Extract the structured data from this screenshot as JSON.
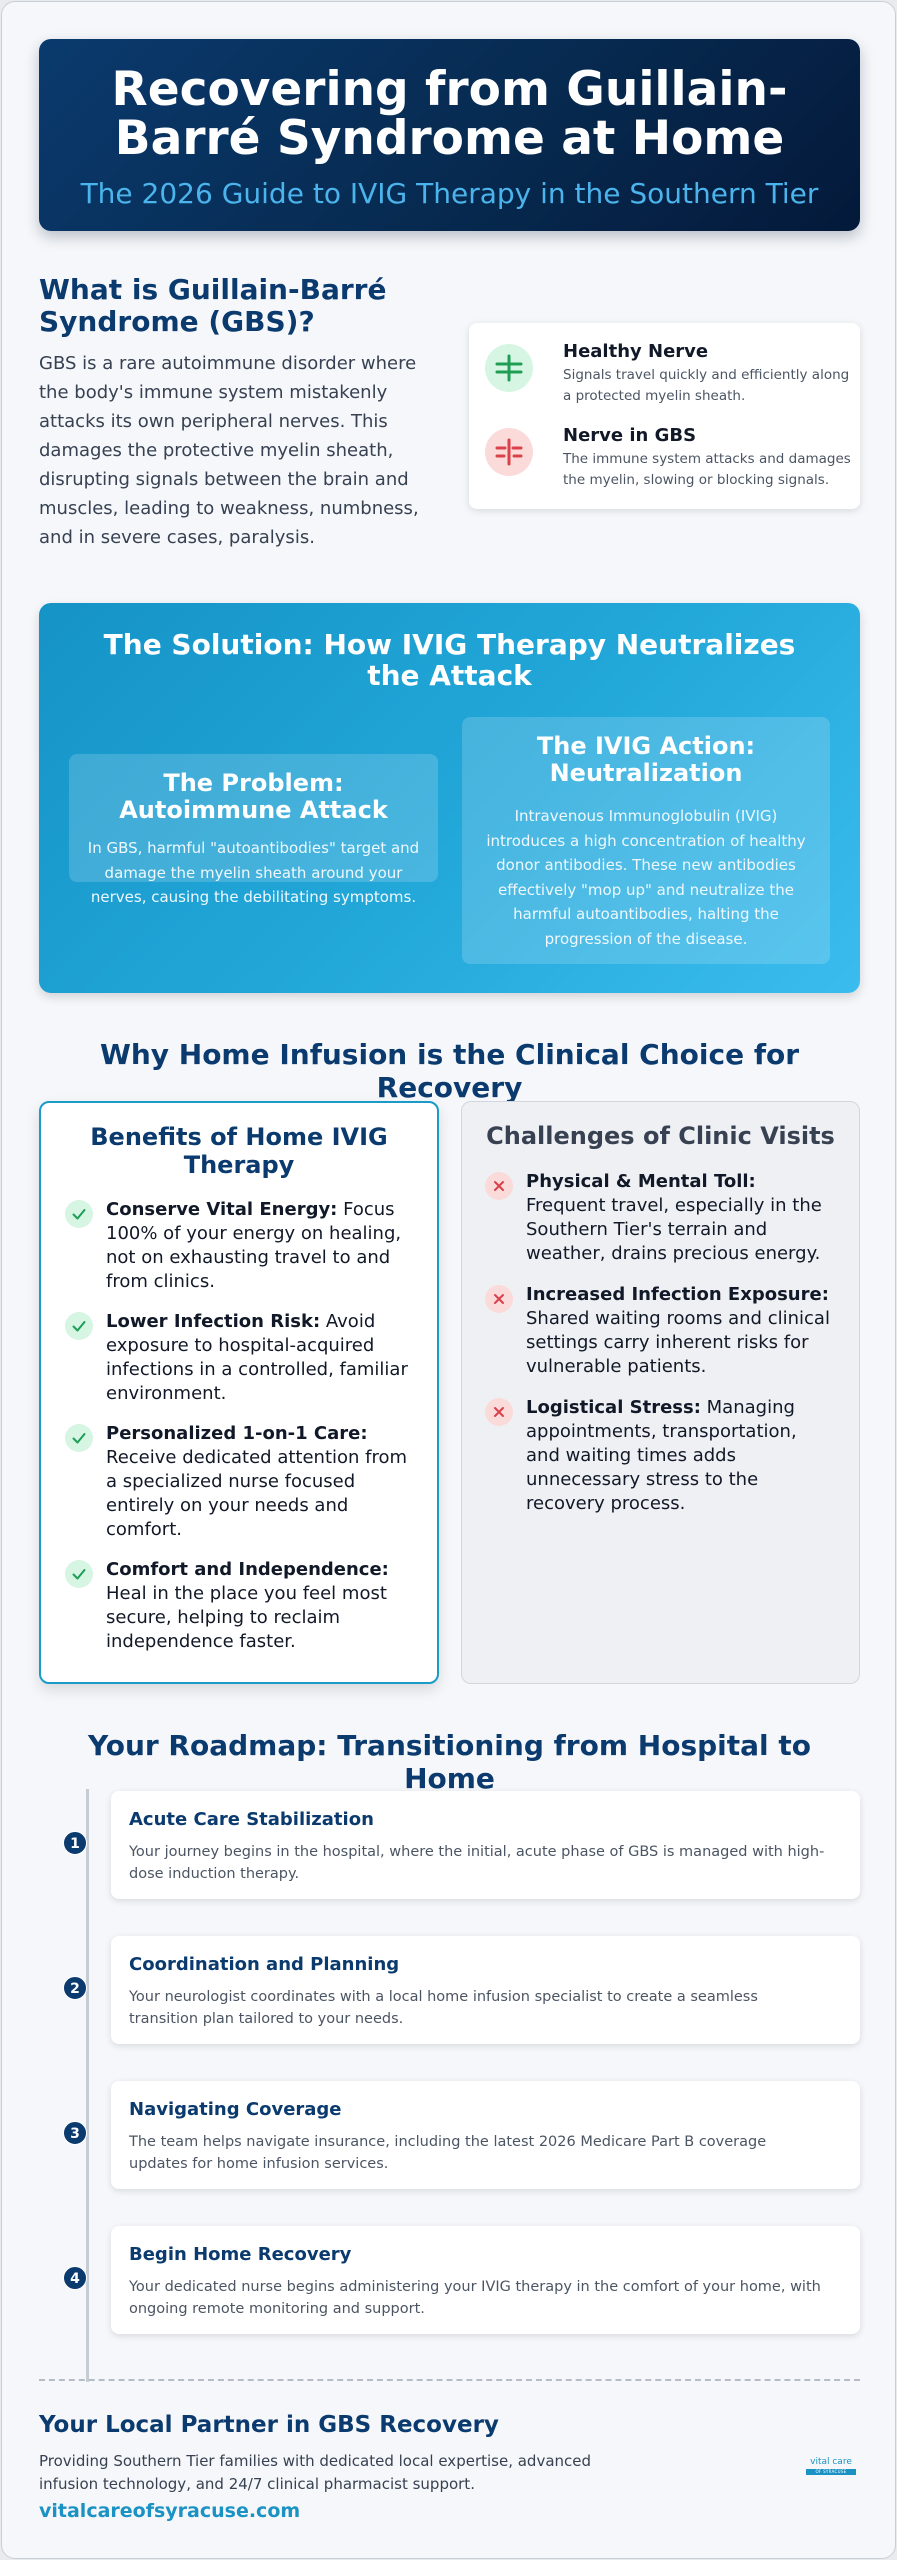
{
  "header": {
    "title": "Recovering from Guillain-Barré Syndrome at Home",
    "subtitle": "The 2026 Guide to IVIG Therapy in the Southern Tier"
  },
  "what": {
    "heading": "What is Guillain-Barré Syndrome (GBS)?",
    "body": "GBS is a rare autoimmune disorder where the body's immune system mistakenly attacks its own peripheral nerves. This damages the protective myelin sheath, disrupting signals between the brain and muscles, leading to weakness, numbness, and in severe cases, paralysis.",
    "nerves": [
      {
        "title": "Healthy Nerve",
        "desc": "Signals travel quickly and efficiently along a protected myelin sheath.",
        "icon": "healthy-nerve-icon",
        "color": "#1e9e55"
      },
      {
        "title": "Nerve in GBS",
        "desc": "The immune system attacks and damages the myelin, slowing or blocking signals.",
        "icon": "damaged-nerve-icon",
        "color": "#d9414b"
      }
    ]
  },
  "solution": {
    "heading": "The Solution: How IVIG Therapy Neutralizes the Attack",
    "problem": {
      "title": "The Problem: Autoimmune Attack",
      "body": "In GBS, harmful \"autoantibodies\" target and damage the myelin sheath around your nerves, causing the debilitating symptoms."
    },
    "action": {
      "title": "The IVIG Action: Neutralization",
      "body": "Intravenous Immunoglobulin (IVIG) introduces a high concentration of healthy donor antibodies. These new antibodies effectively \"mop up\" and neutralize the harmful autoantibodies, halting the progression of the disease."
    }
  },
  "home": {
    "heading": "Why Home Infusion is the Clinical Choice for Recovery",
    "benefits": {
      "title": "Benefits of Home IVIG Therapy",
      "items": [
        {
          "bold": "Conserve Vital Energy:",
          "text": " Focus 100% of your energy on healing, not on exhausting travel to and from clinics."
        },
        {
          "bold": "Lower Infection Risk:",
          "text": " Avoid exposure to hospital-acquired infections in a controlled, familiar environment."
        },
        {
          "bold": "Personalized 1-on-1 Care:",
          "text": " Receive dedicated attention from a specialized nurse focused entirely on your needs and comfort."
        },
        {
          "bold": "Comfort and Independence:",
          "text": " Heal in the place you feel most secure, helping to reclaim independence faster."
        }
      ]
    },
    "challenges": {
      "title": "Challenges of Clinic Visits",
      "items": [
        {
          "bold": "Physical & Mental Toll:",
          "text": " Frequent travel, especially in the Southern Tier's terrain and weather, drains precious energy."
        },
        {
          "bold": "Increased Infection Exposure:",
          "text": " Shared waiting rooms and clinical settings carry inherent risks for vulnerable patients."
        },
        {
          "bold": "Logistical Stress:",
          "text": " Managing appointments, transportation, and waiting times adds unnecessary stress to the recovery process."
        }
      ]
    }
  },
  "roadmap": {
    "heading": "Your Roadmap: Transitioning from Hospital to Home",
    "steps": [
      {
        "num": "1",
        "title": "Acute Care Stabilization",
        "body": "Your journey begins in the hospital, where the initial, acute phase of GBS is managed with high-dose induction therapy."
      },
      {
        "num": "2",
        "title": "Coordination and Planning",
        "body": "Your neurologist coordinates with a local home infusion specialist to create a seamless transition plan tailored to your needs."
      },
      {
        "num": "3",
        "title": "Navigating Coverage",
        "body": "The team helps navigate insurance, including the latest 2026 Medicare Part B coverage updates for home infusion services."
      },
      {
        "num": "4",
        "title": "Begin Home Recovery",
        "body": "Your dedicated nurse begins administering your IVIG therapy in the comfort of your home, with ongoing remote monitoring and support."
      }
    ]
  },
  "footer": {
    "title": "Your Local Partner in GBS Recovery",
    "desc": "Providing Southern Tier families with dedicated local expertise, advanced infusion technology, and 24/7 clinical pharmacist support.",
    "link": "vitalcareofsyracuse.com",
    "logo_line1": "vital care",
    "logo_line2": "OF SYRACUSE"
  },
  "colors": {
    "navy": "#0a3a6e",
    "accent": "#1a93c4",
    "success": "#1e9e55",
    "danger": "#d9414b"
  }
}
